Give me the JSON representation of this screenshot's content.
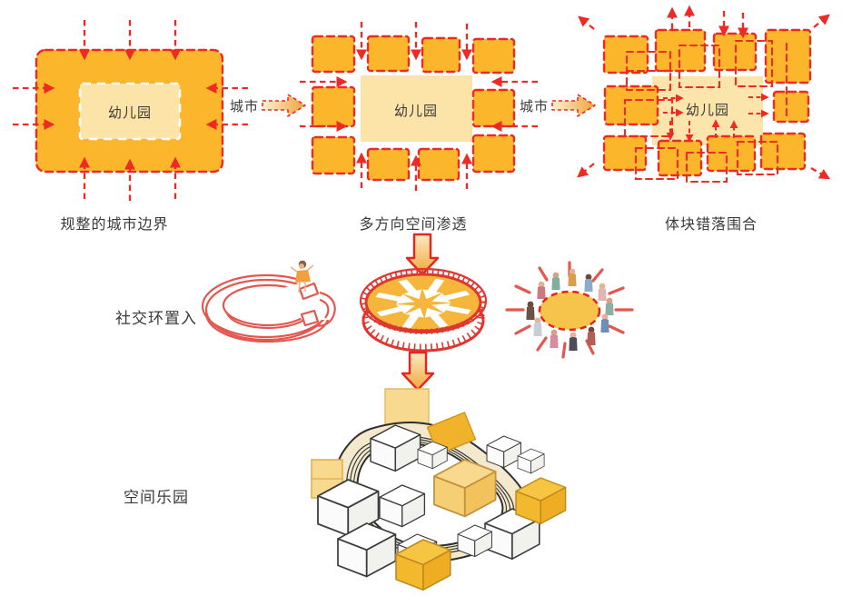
{
  "top_row": {
    "step1": {
      "center_label": "幼儿园",
      "caption": "规整的城市边界"
    },
    "city_label_1": "城市",
    "step2": {
      "center_label": "幼儿园",
      "caption": "多方向空间渗透"
    },
    "city_label_2": "城市",
    "step3": {
      "center_label": "幼儿园",
      "caption": "体块错落围合"
    }
  },
  "middle_row": {
    "label": "社交环置入"
  },
  "bottom_row": {
    "label": "空间乐园"
  },
  "colors": {
    "city_block_orange": "#FBB62B",
    "kindergarten_light": "#FCE4A8",
    "boundary_red": "#EE2A24",
    "sketch_coral": "#E4574E",
    "disc_orange": "#F5B63B",
    "ring_track_cream": "#F4E9CD",
    "cube_yellow": "#F6C642",
    "cube_yellow_light": "#F8D98E",
    "label_text": "#3A3A3A"
  }
}
